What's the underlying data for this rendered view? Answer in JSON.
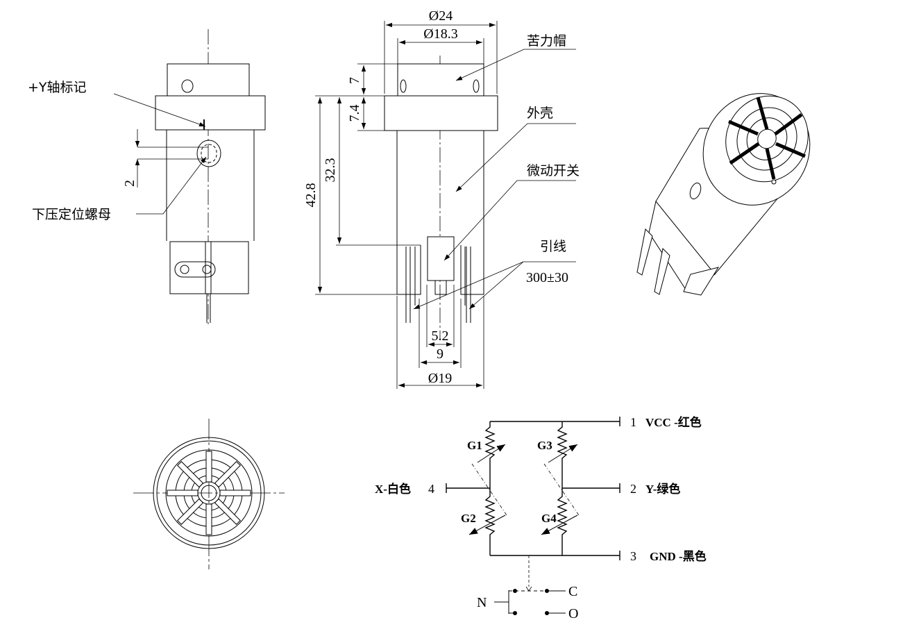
{
  "side_view": {
    "y_axis_mark": "+Y轴标记",
    "dim_2": "2",
    "locating_nut": "下压定位螺母"
  },
  "front_view": {
    "dim_d24": "Ø24",
    "dim_d18_3": "Ø18.3",
    "dim_7": "7",
    "dim_7_4": "7.4",
    "dim_42_8": "42.8",
    "dim_32_3": "32.3",
    "dim_5_2": "5.2",
    "dim_9": "9",
    "dim_d19": "Ø19",
    "bitter_cap": "苦力帽",
    "housing": "外壳",
    "micro_switch": "微动开关",
    "lead_wire": "引线",
    "lead_length": "300±30"
  },
  "schematic": {
    "pin1": "1",
    "pin1_label": "VCC -红色",
    "pin2": "2",
    "pin2_label": "Y-绿色",
    "pin3": "3",
    "pin3_label": "GND -黑色",
    "pin4": "4",
    "pin4_label": "X-白色",
    "g1": "G1",
    "g2": "G2",
    "g3": "G3",
    "g4": "G4",
    "switch_n": "N",
    "switch_c": "C",
    "switch_o": "O"
  },
  "colors": {
    "line": "#000000",
    "background": "#ffffff"
  }
}
